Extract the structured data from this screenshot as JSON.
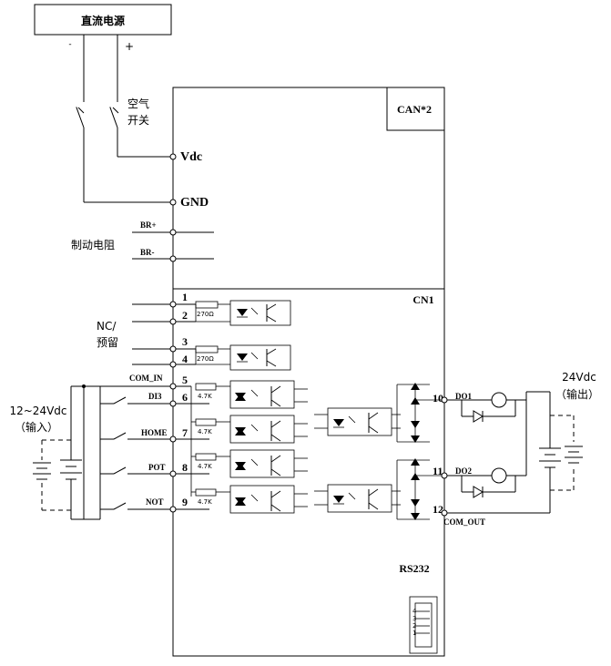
{
  "power": {
    "title": "直流电源",
    "minus": "-",
    "plus": "+"
  },
  "air_switch": {
    "line1": "空气",
    "line2": "开关"
  },
  "terminals": {
    "vdc": "Vdc",
    "gnd": "GND",
    "br_plus": "BR+",
    "br_minus": "BR-"
  },
  "brake_resistor": "制动电阻",
  "can_label": "CAN*2",
  "cn1_label": "CN1",
  "rs232_label": "RS232",
  "nc": {
    "line1": "NC/",
    "line2": "预留"
  },
  "pins": [
    "1",
    "2",
    "3",
    "4",
    "5",
    "6",
    "7",
    "8",
    "9",
    "10",
    "11",
    "12"
  ],
  "resistor_values": {
    "r270": "270Ω",
    "r47k": "4.7K"
  },
  "inputs": {
    "com_in": "COM_IN",
    "di3": "DI3",
    "home": "HOME",
    "pot": "POT",
    "not": "NOT"
  },
  "outputs": {
    "do1": "DO1",
    "do2": "DO2",
    "com_out": "COM_OUT"
  },
  "input_supply": {
    "line1": "12~24Vdc",
    "line2": "（输入）"
  },
  "output_supply": {
    "line1": "24Vdc",
    "line2": "（输出）"
  },
  "rs232_pins": [
    "4",
    "3",
    "2",
    "1"
  ]
}
